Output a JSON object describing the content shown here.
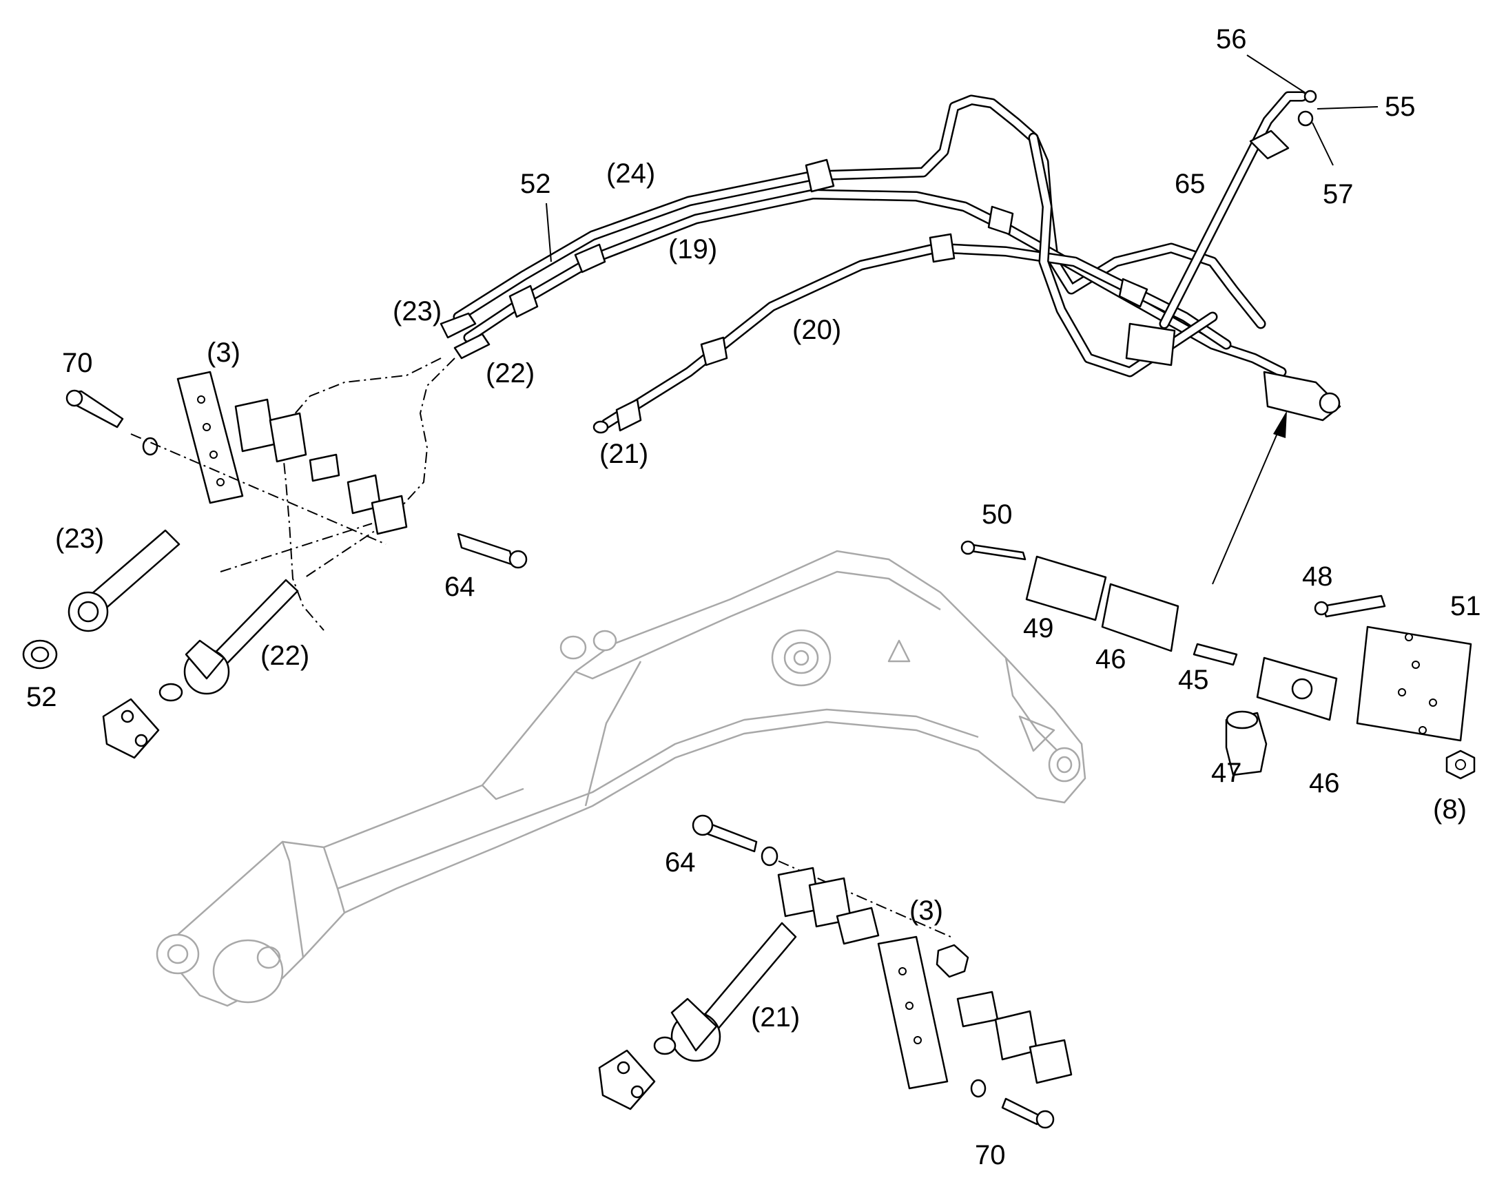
{
  "colors": {
    "line": "#000000",
    "boom_outline": "#a8a8a8",
    "background": "#ffffff"
  },
  "callouts": {
    "c56": "56",
    "c55": "55",
    "c57": "57",
    "c65": "65",
    "c24": "(24)",
    "c52_top": "52",
    "c19": "(19)",
    "c23_top": "(23)",
    "c22_top": "(22)",
    "c20": "(20)",
    "c21_top": "(21)",
    "c70_left": "70",
    "c3_left": "(3)",
    "c23_left": "(23)",
    "c64_left": "64",
    "c22_left": "(22)",
    "c52_left": "52",
    "c50": "50",
    "c49": "49",
    "c46_a": "46",
    "c45": "45",
    "c48": "48",
    "c51": "51",
    "c47": "47",
    "c46_b": "46",
    "c8": "(8)",
    "c64_bottom": "64",
    "c3_bottom": "(3)",
    "c21_bottom": "(21)",
    "c70_bottom": "70"
  }
}
